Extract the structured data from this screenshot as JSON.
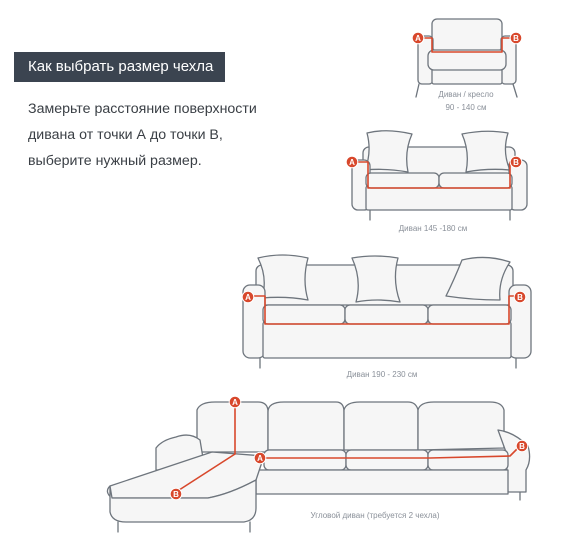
{
  "header": {
    "title": "Как выбрать размер чехла"
  },
  "instruction": {
    "lines": [
      "Замерьте расстояние поверхности",
      "дивана от точки А до точки В,",
      "выберите нужный размер."
    ]
  },
  "diagrams": [
    {
      "label_line1": "Диван / кресло",
      "label_line2": "90 - 140 см",
      "point_a": "A",
      "point_b": "B"
    },
    {
      "label": "Диван 145 -180 см",
      "point_a": "A",
      "point_b": "B"
    },
    {
      "label": "Диван 190 - 230 см",
      "point_a": "A",
      "point_b": "B"
    },
    {
      "label": "Угловой диван (требуется 2 чехла)",
      "point_a": "A",
      "point_b": "B"
    }
  ],
  "colors": {
    "title_bg": "#3b4450",
    "title_text": "#ffffff",
    "body_text": "#3a3f45",
    "caption_text": "#8a9099",
    "outline": "#6e757d",
    "fill": "#f6f6f6",
    "measure": "#d8482c",
    "marker": "#d8482c"
  }
}
